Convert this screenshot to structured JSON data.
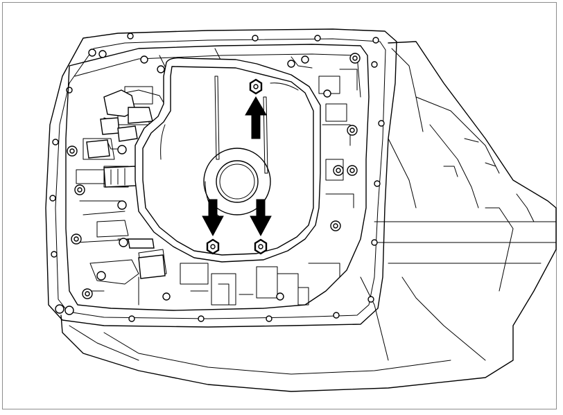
{
  "figure": {
    "type": "technical-line-drawing",
    "subject": "transmission-valve-body-oil-strainer",
    "indicated_bolt_count": 3,
    "colors": {
      "line": "#000000",
      "background": "#ffffff",
      "frame": "#8c8c8c"
    }
  }
}
